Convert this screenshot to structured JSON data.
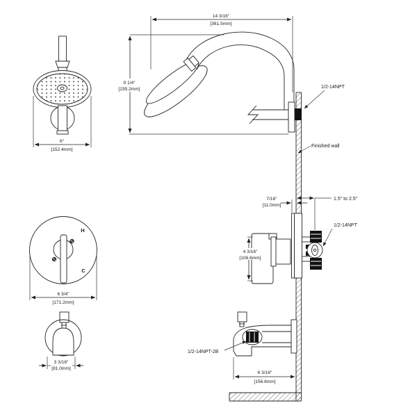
{
  "drawing": {
    "type": "technical-dimension-diagram",
    "subject": "wall-mount shower system with rain showerhead, pressure-balance valve trim and tub spout",
    "colors": {
      "line": "#222222",
      "background": "#ffffff",
      "solid_fill": "#111111"
    }
  },
  "views": {
    "showerhead_front": {
      "dim_width_in": "6\"",
      "dim_width_mm": "[152.4mm]"
    },
    "arm_side": {
      "dim_width_in": "14 3/16\"",
      "dim_width_mm": "[361.5mm]",
      "dim_height_in": "9 1/4\"",
      "dim_height_mm": "[235.2mm]"
    },
    "wall": {
      "npt_label": "1/2-14NPT",
      "finished_wall_label": "Finished wall"
    },
    "valve_side": {
      "dim_gap_in": "7/16\"",
      "dim_gap_mm": "[11.0mm]",
      "depth_range": "1.5\" to 2.5\"",
      "npt_label": "1/2-14NPT",
      "dim_height_in": "4 3/16\"",
      "dim_height_mm": "[106.6mm]"
    },
    "valve_trim_front": {
      "hot_label": "H",
      "cold_label": "C",
      "dim_diameter_in": "6 3/4\"",
      "dim_diameter_mm": "[171.2mm]"
    },
    "spout_front": {
      "dim_width_in": "3 3/16\"",
      "dim_width_mm": "[81.0mm]"
    },
    "spout_side": {
      "npt_label": "1/2-14NPT-2B",
      "dim_length_in": "6 3/16\"",
      "dim_length_mm": "[156.8mm]"
    }
  }
}
